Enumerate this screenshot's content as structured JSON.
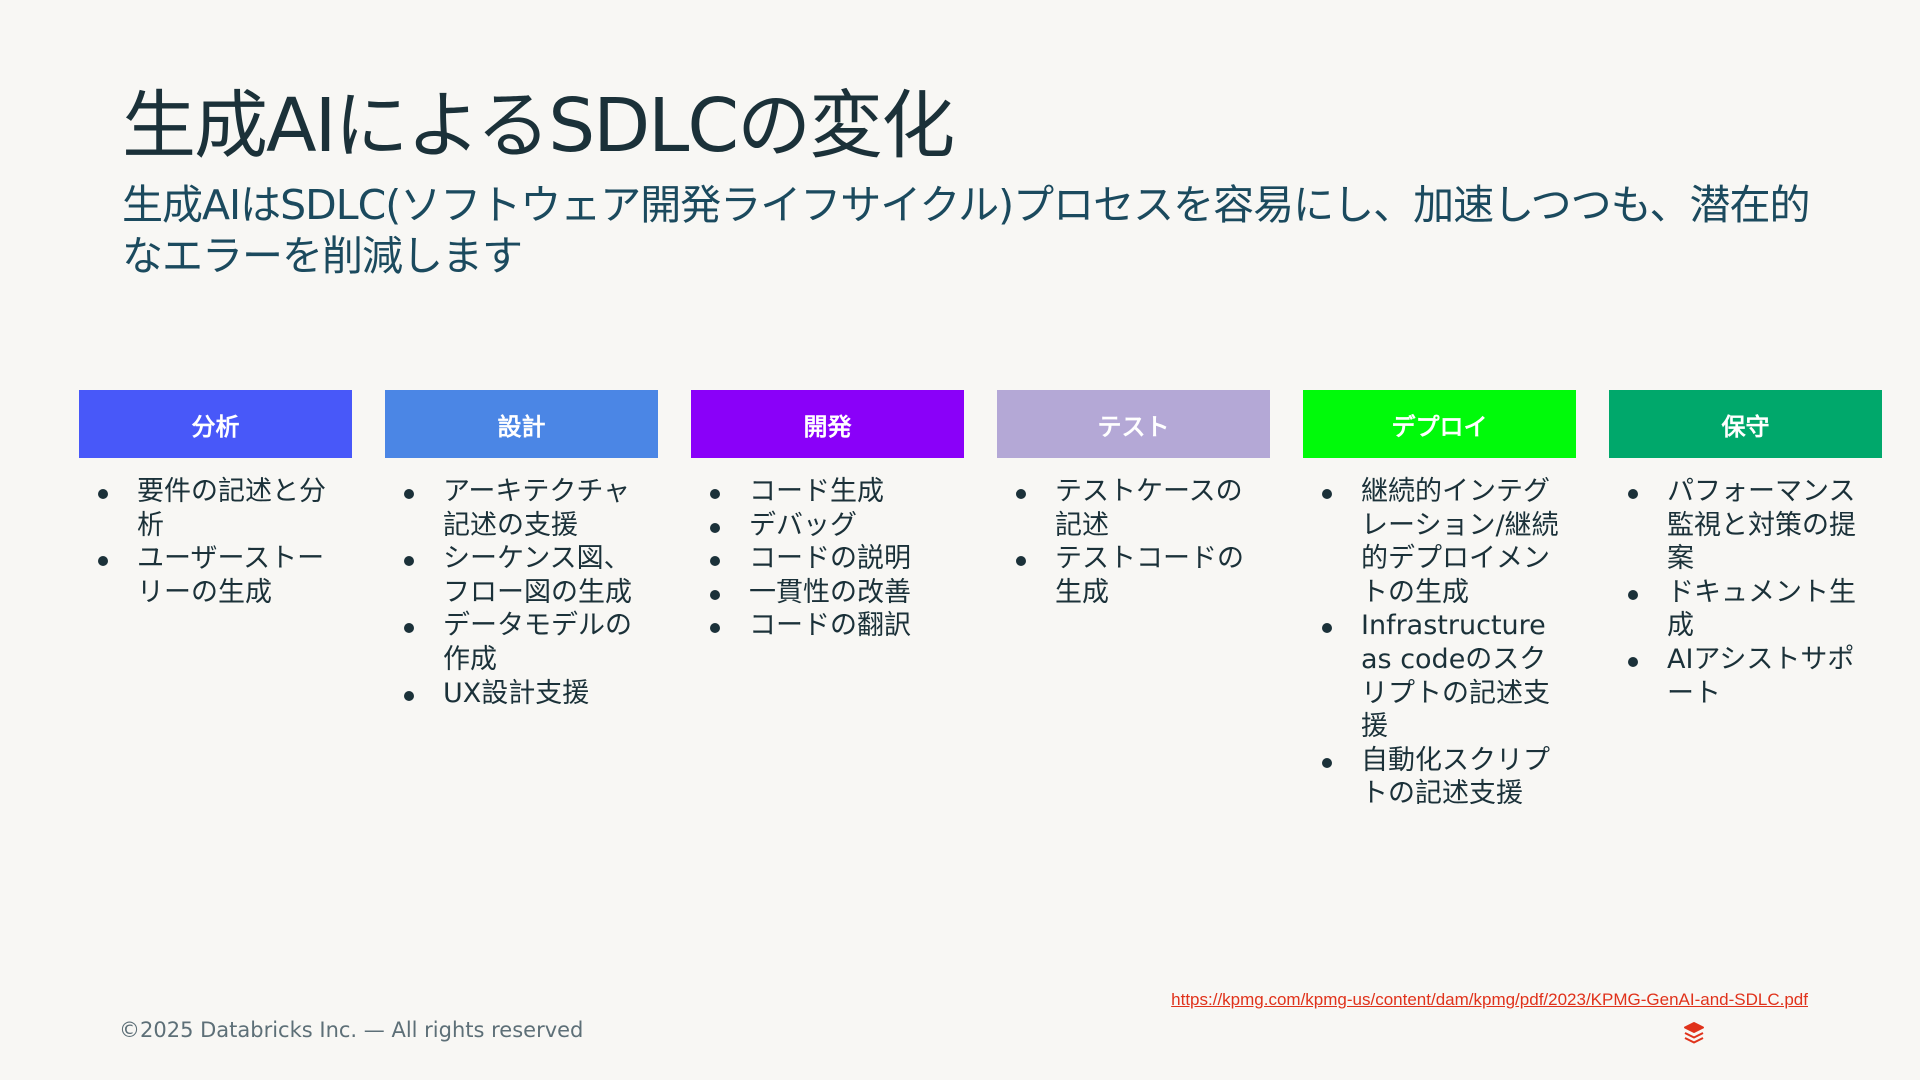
{
  "slide": {
    "title": "生成AIによるSDLCの変化",
    "subtitle": "生成AIはSDLC(ソフトウェア開発ライフサイクル)プロセスを容易にし、加速しつつも、潜在的なエラーを削減します"
  },
  "stages": [
    {
      "label": "分析",
      "color": "#4858F9",
      "items": [
        "要件の記述と分析",
        "ユーザーストーリーの生成"
      ]
    },
    {
      "label": "設計",
      "color": "#4B86E5",
      "items": [
        "アーキテクチャ記述の支援",
        "シーケンス図、フロー図の生成",
        "データモデルの作成",
        "UX設計支援"
      ]
    },
    {
      "label": "開発",
      "color": "#8A00F9",
      "items": [
        "コード生成",
        "デバッグ",
        "コードの説明",
        "一貫性の改善",
        "コードの翻訳"
      ]
    },
    {
      "label": "テスト",
      "color": "#B4A8D6",
      "items": [
        "テストケースの記述",
        "テストコードの生成"
      ]
    },
    {
      "label": "デプロイ",
      "color": "#00FA0A",
      "items": [
        "継続的インテグレーション/継続的デプロイメントの生成",
        "Infrastructure as codeのスクリプトの記述支援",
        "自動化スクリプトの記述支援"
      ]
    },
    {
      "label": "保守",
      "color": "#00A86B",
      "items": [
        "パフォーマンス監視と対策の提案",
        "ドキュメント生成",
        "AIアシストサポート"
      ]
    }
  ],
  "source": {
    "url": "https://kpmg.com/kpmg-us/content/dam/kpmg/pdf/2023/KPMG-GenAI-and-SDLC.pdf"
  },
  "footer": {
    "copyright": "©2025 Databricks Inc. — All rights reserved"
  },
  "logo": {
    "icon": "databricks-logo-icon",
    "color": "#E0321B"
  }
}
